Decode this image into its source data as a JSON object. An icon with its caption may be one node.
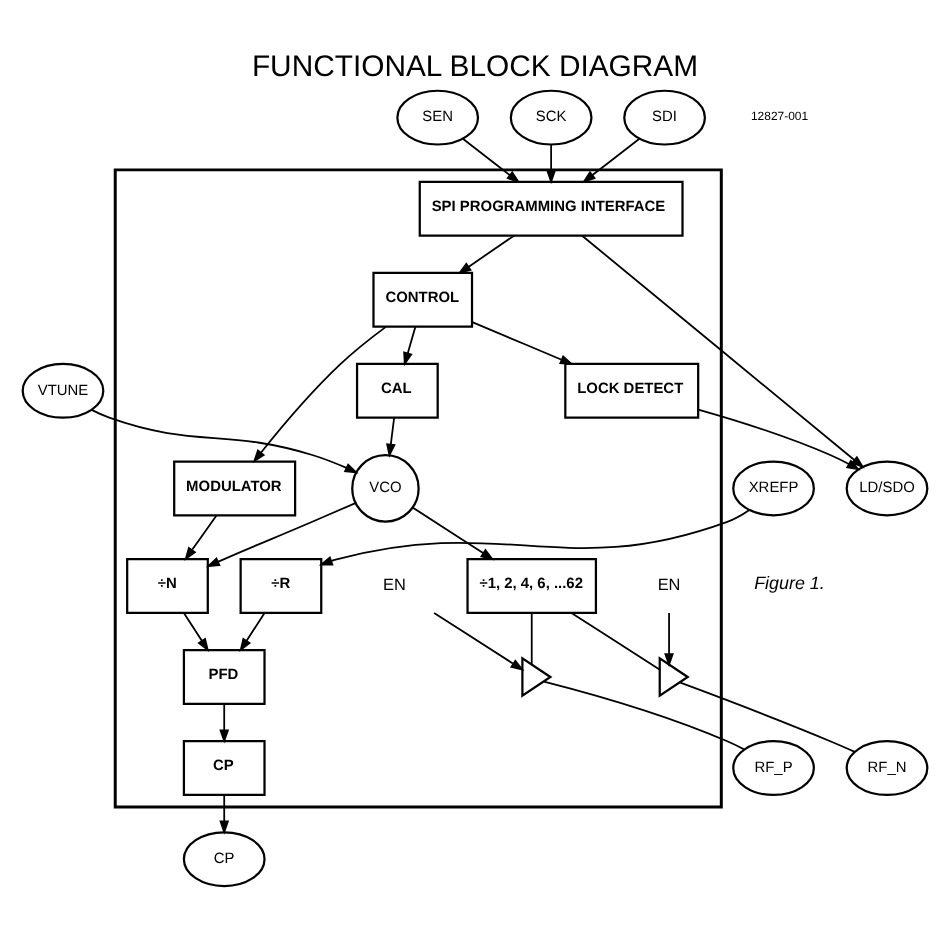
{
  "diagram": {
    "title": "FUNCTIONAL BLOCK DIAGRAM",
    "caption": "Figure 1.",
    "nodes": [
      {
        "text": [],
        "shape": "box"
      },
      {
        "text": [
          "LD/SDO"
        ]
      },
      {
        "text": [
          "SCK"
        ]
      },
      {
        "text": [
          "SDI"
        ]
      },
      {
        "text": [
          "LOCK DETECT"
        ],
        "in": 0
      },
      {
        "text": [
          "SPI PROGRAMMING INTERFACE"
        ],
        "in": 0
      },
      {
        "text": [
          "CONTROL"
        ],
        "in": 0
      },
      {
        "text": [
          "SEN"
        ]
      },
      {
        "text": [
          "MODULATOR"
        ],
        "in": 0
      },
      {
        "text": [
          "CAL"
        ],
        "in": 0
      },
      {
        "text": [
          "EN"
        ],
        "in": 0
      },
      {
        "text": [],
        "shape": "triangle",
        "in": 0
      },
      {
        "text": [
          "RF_P"
        ]
      },
      {
        "text": [
          "EN"
        ],
        "in": 0
      },
      {
        "text": [],
        "shape": "triangle",
        "in": 0
      },
      {
        "text": [
          "RF_N"
        ]
      },
      {
        "text": [
          "÷1, 2, 4, 6, ...62"
        ],
        "in": 0
      },
      {
        "text": [
          "÷N"
        ],
        "in": 0
      },
      {
        "text": [
          "VCO"
        ],
        "in": 0
      },
      {
        "text": [
          "PFD"
        ],
        "in": 0
      },
      {
        "text": [
          "CP"
        ],
        "in": 0
      },
      {
        "text": [
          "CP"
        ]
      },
      {
        "text": [
          "÷R"
        ],
        "in": 0
      },
      {
        "text": [
          "VTUNE"
        ]
      },
      {
        "text": [
          "XREFP"
        ]
      }
    ],
    "edges": [
      {
        "from": 4,
        "to": 1,
        "arrow": "to"
      },
      {
        "from": 5,
        "to": 1,
        "arrow": "to"
      },
      {
        "from": 2,
        "to": 5,
        "arrow": "to"
      },
      {
        "from": 3,
        "to": 5,
        "arrow": "to"
      },
      {
        "from": 7,
        "to": 5,
        "arrow": "to"
      },
      {
        "from": 5,
        "to": 6,
        "arrow": "to"
      },
      {
        "from": 6,
        "to": 4,
        "arrow": "to"
      },
      {
        "from": 6,
        "to": 8,
        "arrow": "to"
      },
      {
        "from": 6,
        "to": 9,
        "arrow": "to"
      },
      {
        "from": 10,
        "to": 11,
        "arrow": "to"
      },
      {
        "from": 11,
        "to": 12,
        "arrow": "none"
      },
      {
        "from": 13,
        "to": 14,
        "arrow": "to"
      },
      {
        "from": 14,
        "to": 15,
        "arrow": "none"
      },
      {
        "from": 16,
        "to": 11,
        "arrow": "none"
      },
      {
        "from": 16,
        "to": 14,
        "arrow": "none"
      },
      {
        "from": 18,
        "to": 16,
        "arrow": "to"
      },
      {
        "from": 9,
        "to": 18,
        "arrow": "to"
      },
      {
        "from": 8,
        "to": 17,
        "arrow": "to"
      },
      {
        "from": 18,
        "to": 17,
        "arrow": "to"
      },
      {
        "from": 23,
        "to": 18,
        "arrow": "to"
      },
      {
        "from": 17,
        "to": 19,
        "arrow": "to"
      },
      {
        "from": 22,
        "to": 19,
        "arrow": "to"
      },
      {
        "from": 19,
        "to": 20,
        "arrow": "to"
      },
      {
        "from": 20,
        "to": 21,
        "arrow": "to"
      },
      {
        "from": 24,
        "to": 22,
        "arrow": "to"
      }
    ],
    "labels": [
      "12827-001"
    ]
  }
}
